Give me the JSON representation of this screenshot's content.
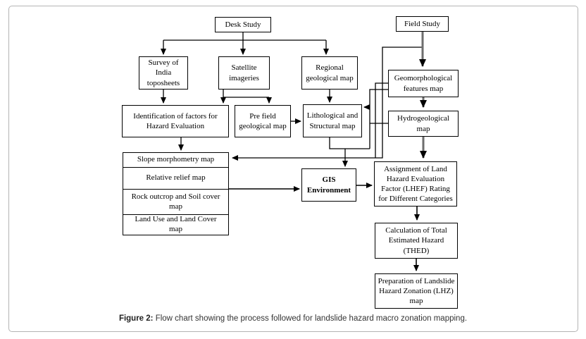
{
  "figure": {
    "caption_label": "Figure 2:",
    "caption_text": " Flow chart showing the process followed for landslide hazard macro zonation mapping."
  },
  "nodes": {
    "desk_study": "Desk Study",
    "field_study": "Field Study",
    "survey": "Survey of India toposheets",
    "satellite": "Satellite imageries",
    "regional": "Regional geological map",
    "geomorphological": "Geomorphological features map",
    "identification": "Identification of factors for Hazard Evaluation",
    "pre_field": "Pre field geological map",
    "lithological": "Lithological and Structural map",
    "hydrogeological": "Hydrogeological map",
    "stack": {
      "slope": "Slope morphometry map",
      "relative_relief": "Relative relief map",
      "rock_outcrop": "Rock outcrop and Soil cover map",
      "land_use": "Land Use and Land Cover map"
    },
    "gis": "GIS Environment",
    "assignment": "Assignment of Land Hazard Evaluation Factor (LHEF) Rating for Different Categories",
    "calculation": "Calculation of Total Estimated Hazard (THED)",
    "preparation": "Preparation of Landslide Hazard Zonation (LHZ) map"
  },
  "colors": {
    "box_border": "#000000",
    "thin_connector": "#000000",
    "thick_connector": "#6e6e6e",
    "card_border": "#b4b4b4"
  }
}
